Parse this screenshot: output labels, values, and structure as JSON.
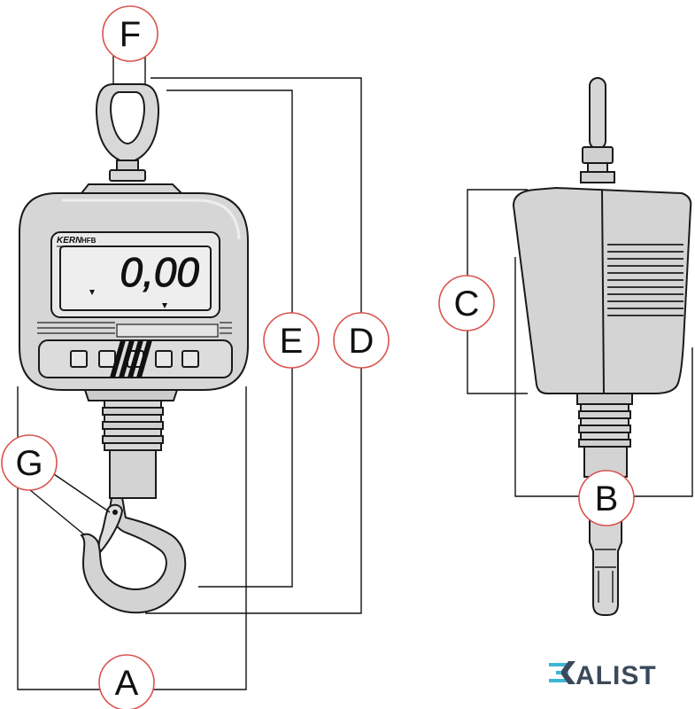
{
  "display": {
    "brand": "KERN",
    "model": "HFB",
    "reading": "0,00"
  },
  "labels": {
    "a": "A",
    "b": "B",
    "c": "C",
    "d": "D",
    "e": "E",
    "f": "F",
    "g": "G"
  },
  "watermark": {
    "text": "ALIST",
    "accent": "#3db6d3",
    "color": "#3a4a5a"
  }
}
